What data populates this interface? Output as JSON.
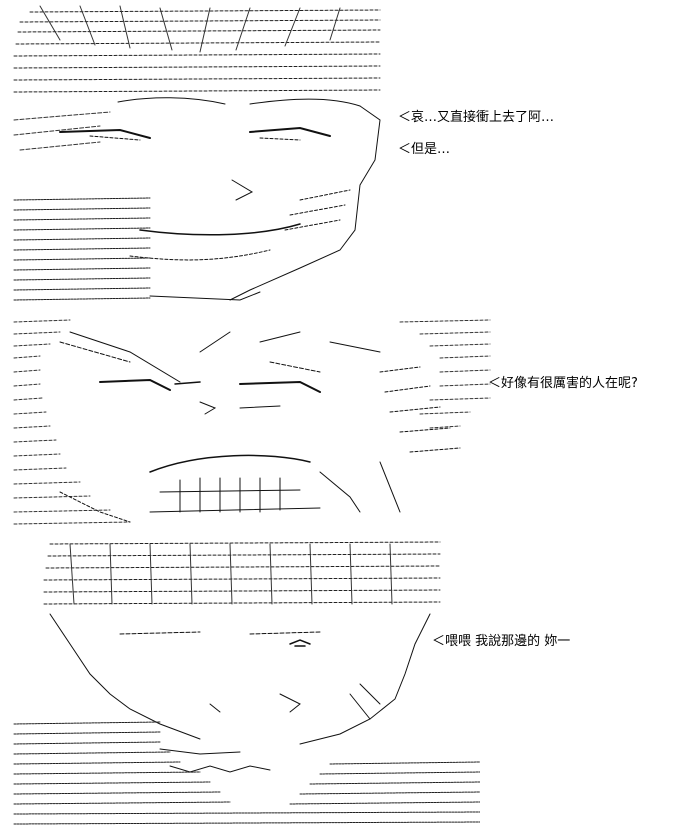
{
  "panels": [
    {
      "dialogue": [
        "＜哀…又直接衝上去了阿…",
        "＜但是…"
      ]
    },
    {
      "dialogue": [
        "＜好像有很厲害的人在呢?"
      ]
    },
    {
      "dialogue": [
        "＜喂喂 我說那邊的 妳一"
      ]
    }
  ]
}
